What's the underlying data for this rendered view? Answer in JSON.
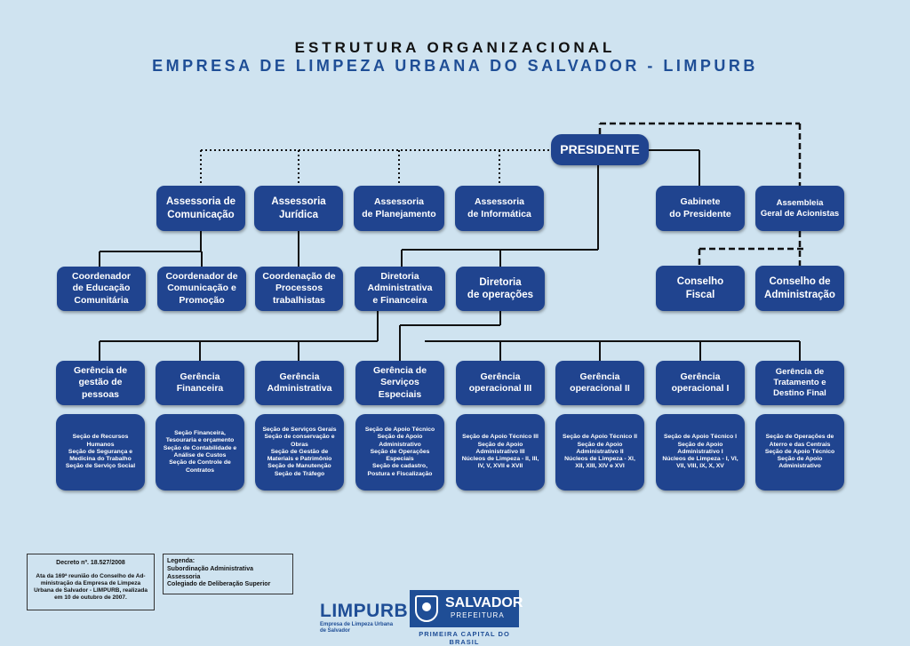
{
  "header": {
    "title": "ESTRUTURA ORGANIZACIONAL",
    "subtitle": "EMPRESA DE LIMPEZA URBANA DO SALVADOR - LIMPURB"
  },
  "nodes": {
    "presidente": "PRESIDENTE",
    "ass_comunicacao": "Assessoria de\nComunicação",
    "ass_juridica": "Assessoria\nJurídica",
    "ass_planejamento": "Assessoria\nde Planejamento",
    "ass_informatica": "Assessoria\nde Informática",
    "gabinete": "Gabinete\ndo Presidente",
    "assembleia": "Assembleia\nGeral de Acionistas",
    "coord_educacao": "Coordenador\nde Educação\nComunitária",
    "coord_comunicacao": "Coordenador de\nComunicação e\nPromoção",
    "coord_processos": "Coordenação de\nProcessos\ntrabalhistas",
    "dir_admin": "Diretoria\nAdministrativa\ne Financeira",
    "dir_operacoes": "Diretoria\nde operações",
    "conselho_fiscal": "Conselho\nFiscal",
    "conselho_admin": "Conselho de\nAdministração",
    "ger_pessoas": "Gerência de\ngestão de\npessoas",
    "ger_financeira": "Gerência\nFinanceira",
    "ger_administrativa": "Gerência\nAdministrativa",
    "ger_servicos": "Gerência de\nServiços\nEspeciais",
    "ger_op3": "Gerência\noperacional III",
    "ger_op2": "Gerência\noperacional II",
    "ger_op1": "Gerência\noperacional I",
    "ger_tratamento": "Gerência de\nTratamento e\nDestino Final"
  },
  "sections": {
    "pessoas": "Seção de Recursos\nHumanos\nSeção de Segurança e\nMedicina do Trabalho\nSeção de Serviço Social",
    "financeira": "Seção Financeira,\nTesouraria e orçamento\nSeção de Contabilidade e\nAnálise de Custos\nSeção de Controle de\nContratos",
    "administrativa": "Seção de Serviços Gerais\nSeção de conservação e\nObras\nSeção de Gestão de\nMateriais e Patrimônio\nSeção de Manutenção\nSeção de Tráfego",
    "servicos": "Seção de Apoio Técnico\nSeção de Apoio\nAdministrativo\nSeção de Operações\nEspeciais\nSeção de cadastro,\nPostura e Fiscalização",
    "op3": "Seção de Apoio Técnico III\nSeção de Apoio\nAdministrativo III\nNúcleos de Limpeza - II, III,\nIV, V, XVII e XVII",
    "op2": "Seção de Apoio Técnico II\nSeção de Apoio\nAdministrativo II\nNúcleos de Limpeza - XI,\nXII, XIII, XIV e XVI",
    "op1": "Seção de Apoio Técnico I\nSeção de Apoio\nAdministrativo I\nNúcleos de Limpeza - I, VI,\nVII, VIII, IX, X, XV",
    "tratamento": "Seção de Operações de\nAterro e das Centrais\nSeção de Apoio Técnico\nSeção de Apoio\nAdministrativo"
  },
  "decree": {
    "title": "Decreto nº. 18.527/2008",
    "text": "Ata da 169ª reunião do Conselho de Ad-\nministração da Empresa de Limpeza\nUrbana de Salvador - LIMPURB, realizada\nem 10 de outubro de 2007."
  },
  "legend": {
    "title": "Legenda:",
    "items": [
      "Subordinação Administrativa",
      "Assessoria",
      "Colegiado de Deliberação Superior"
    ]
  },
  "logos": {
    "limpurb_name": "LIMPURB",
    "limpurb_sub": "Empresa de Limpeza Urbana\nde Salvador",
    "salvador_name": "SALVADOR",
    "salvador_sub": "PREFEITURA",
    "tagline": "PRIMEIRA CAPITAL DO BRASIL"
  },
  "colors": {
    "background": "#cfe3f0",
    "box": "#20448f",
    "title_blue": "#1f4e96"
  }
}
